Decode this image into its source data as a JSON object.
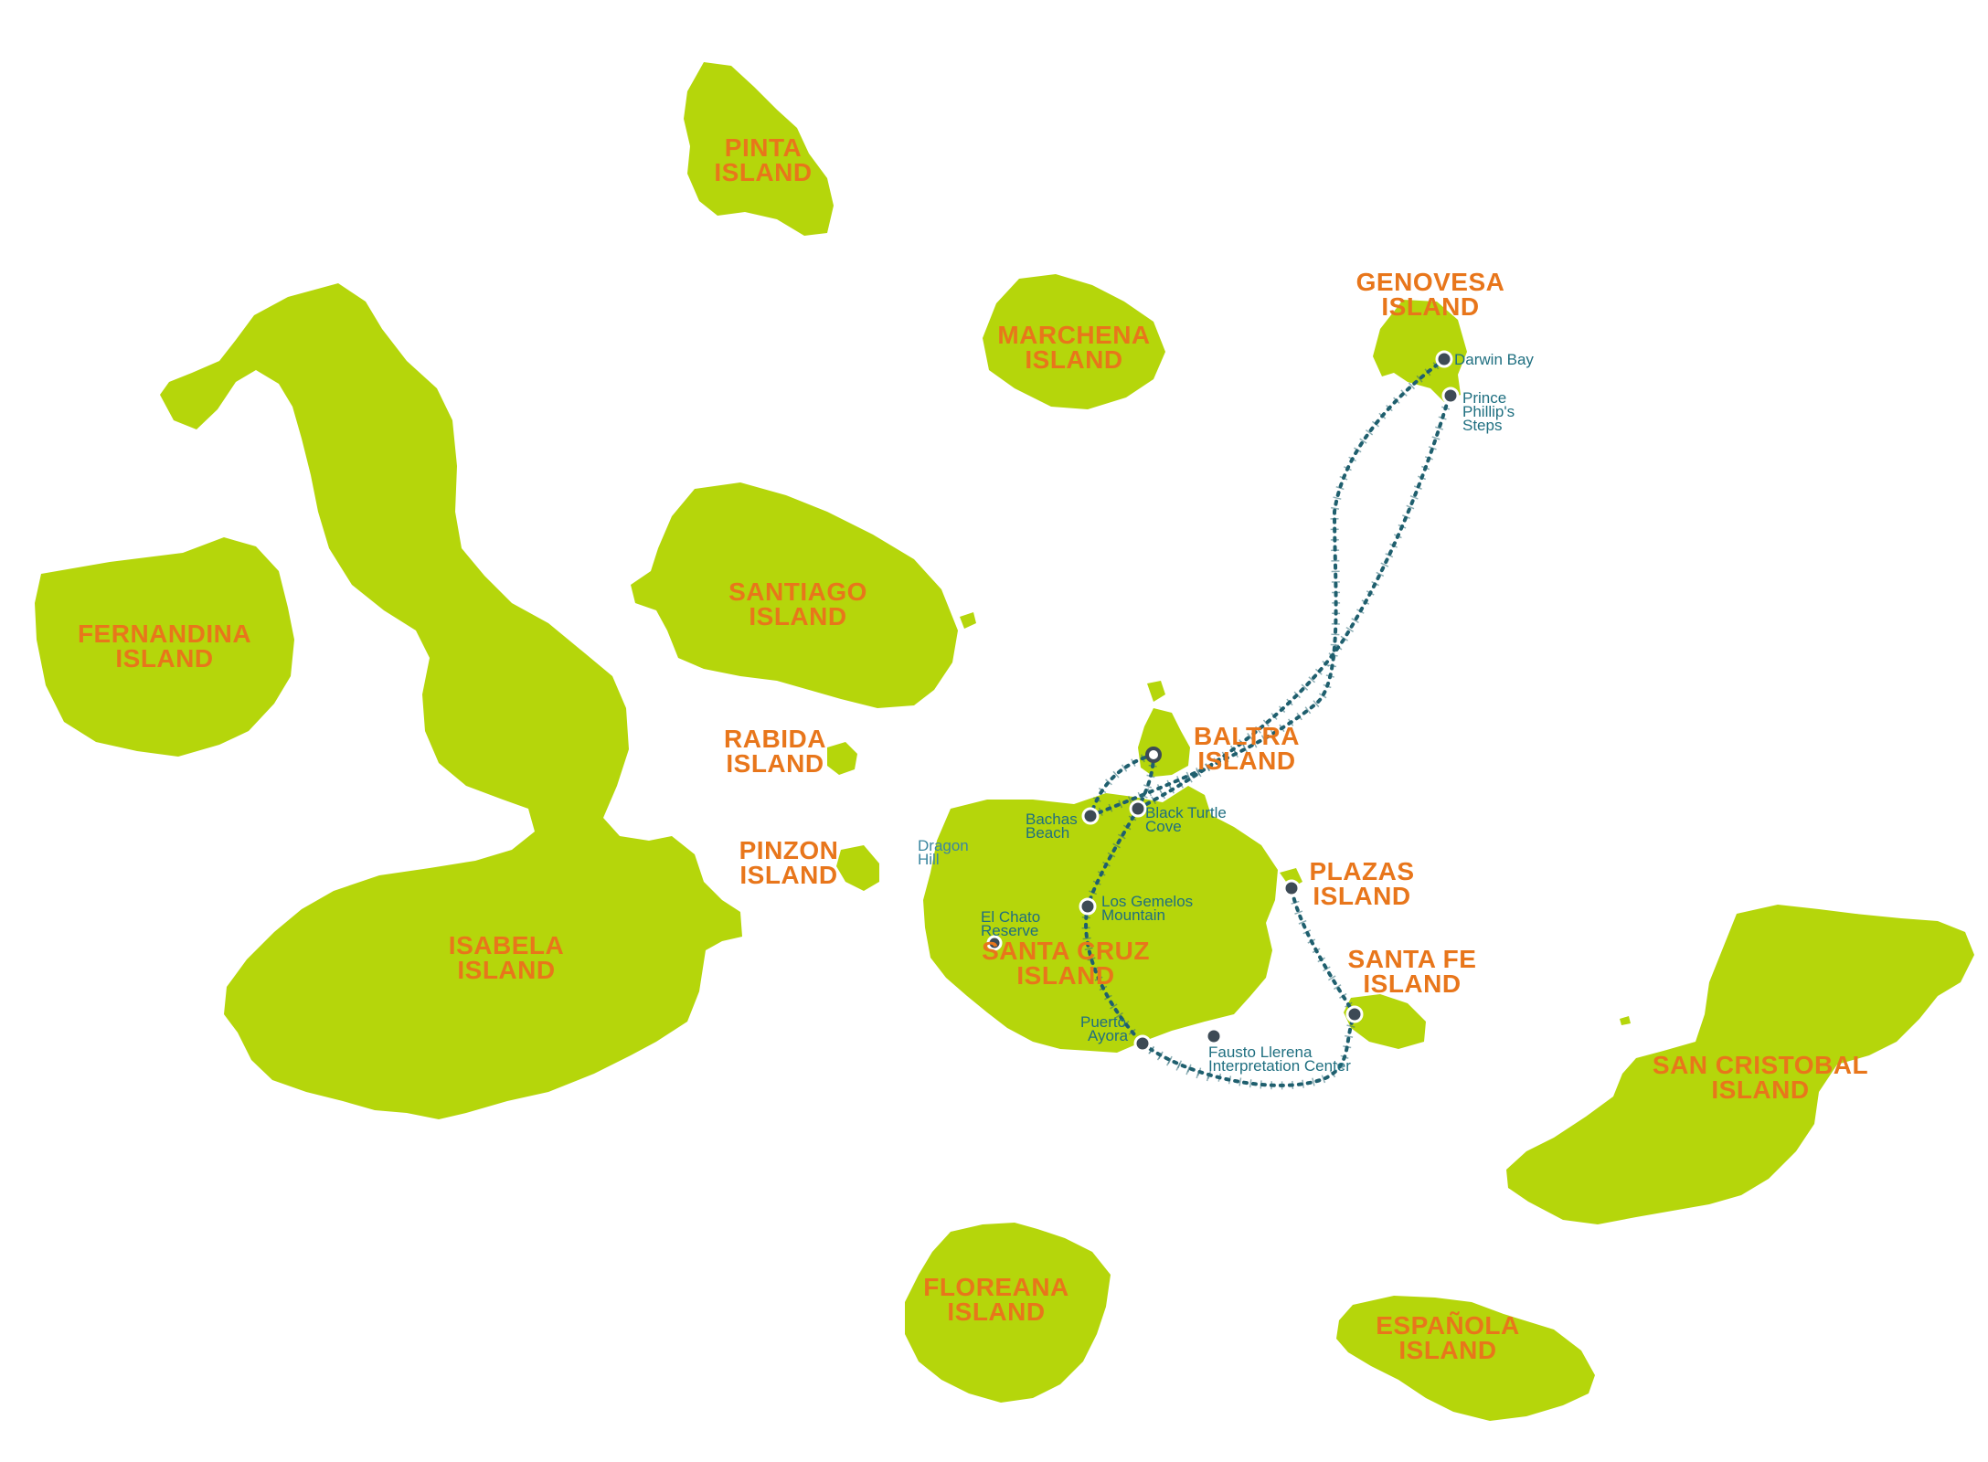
{
  "colors": {
    "land": "#b5d60b",
    "island_label": "#e8761b",
    "place_label": "#1f6f80",
    "route": "#1f5f6e",
    "stop": "#3d4a55",
    "background": "#ffffff"
  },
  "islands": {
    "pinta": [
      "PINTA",
      "ISLAND"
    ],
    "marchena": [
      "MARCHENA",
      "ISLAND"
    ],
    "genovesa": [
      "GENOVESA",
      "ISLAND"
    ],
    "santiago": [
      "SANTIAGO",
      "ISLAND"
    ],
    "fernandina": [
      "FERNANDINA",
      "ISLAND"
    ],
    "rabida": [
      "RABIDA",
      "ISLAND"
    ],
    "baltra": [
      "BALTRA",
      "ISLAND"
    ],
    "pinzon": [
      "PINZON",
      "ISLAND"
    ],
    "plazas": [
      "PLAZAS",
      "ISLAND"
    ],
    "isabela": [
      "ISABELA",
      "ISLAND"
    ],
    "santa_cruz": [
      "SANTA CRUZ",
      "ISLAND"
    ],
    "santa_fe": [
      "SANTA FE",
      "ISLAND"
    ],
    "san_cristobal": [
      "SAN CRISTOBAL",
      "ISLAND"
    ],
    "floreana": [
      "FLOREANA",
      "ISLAND"
    ],
    "espanola": [
      "ESPAÑOLA",
      "ISLAND"
    ]
  },
  "places": {
    "darwin_bay": [
      "Darwin Bay"
    ],
    "prince_phillips_steps": [
      "Prince",
      "Phillip's",
      "Steps"
    ],
    "bachas_beach": [
      "Bachas",
      "Beach"
    ],
    "black_turtle_cove": [
      "Black Turtle",
      "Cove"
    ],
    "dragon_hill": [
      "Dragon",
      "Hill"
    ],
    "los_gemelos": [
      "Los Gemelos",
      "Mountain"
    ],
    "el_chato": [
      "El Chato",
      "Reserve"
    ],
    "puerto_ayora": [
      "Puerto",
      "Ayora"
    ],
    "fausto_llerena": [
      "Fausto Llerena",
      "Interpretation Center"
    ]
  },
  "icons": {
    "stop": "map-stop-dot-icon",
    "start": "start-point-icon"
  }
}
